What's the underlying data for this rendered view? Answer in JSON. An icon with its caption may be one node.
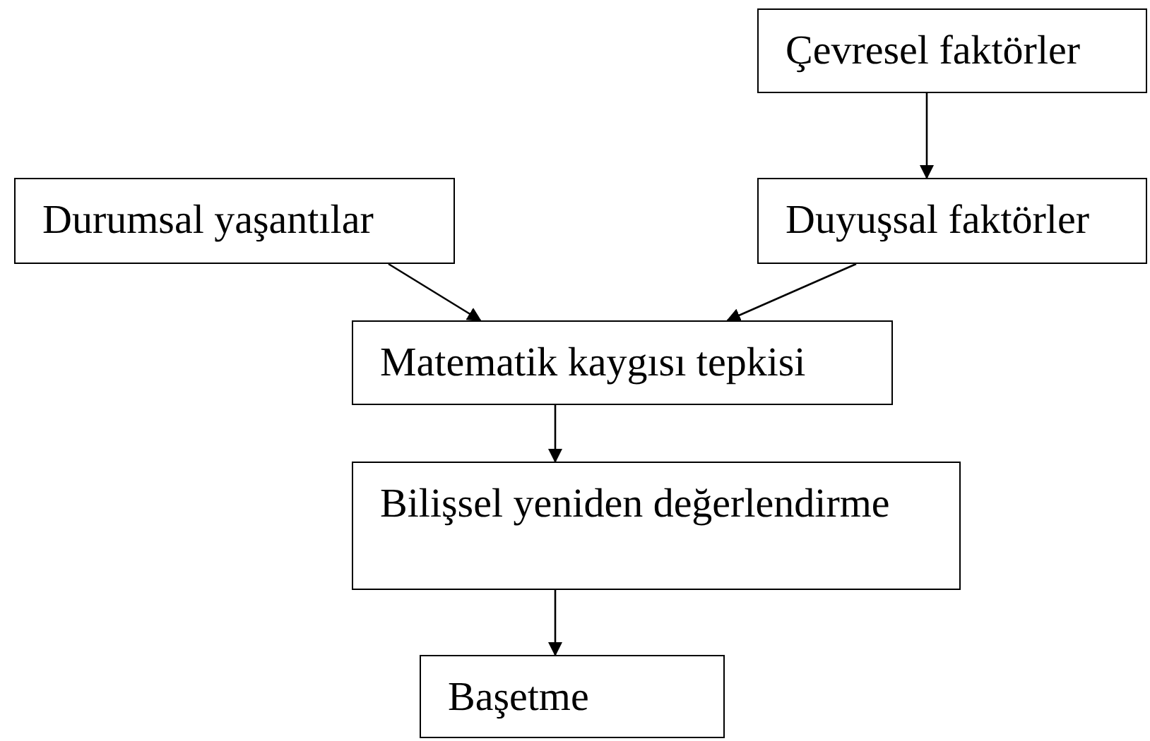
{
  "diagram": {
    "nodes": [
      {
        "text": [
          "Çevresel faktörler"
        ]
      },
      {
        "text": [
          "Durumsal yaşantılar"
        ]
      },
      {
        "text": [
          "Duyuşsal faktörler"
        ]
      },
      {
        "text": [
          "Matematik kaygısı tepkisi"
        ]
      },
      {
        "text": [
          "Bilişsel yeniden değerlendirme"
        ]
      },
      {
        "text": [
          "Başetme"
        ]
      }
    ],
    "edges": [
      {
        "from": 0,
        "to": 2,
        "arrow": "to"
      },
      {
        "from": 1,
        "to": 3,
        "arrow": "to"
      },
      {
        "from": 2,
        "to": 3,
        "arrow": "to"
      },
      {
        "from": 3,
        "to": 4,
        "arrow": "to"
      },
      {
        "from": 4,
        "to": 5,
        "arrow": "to"
      }
    ]
  }
}
